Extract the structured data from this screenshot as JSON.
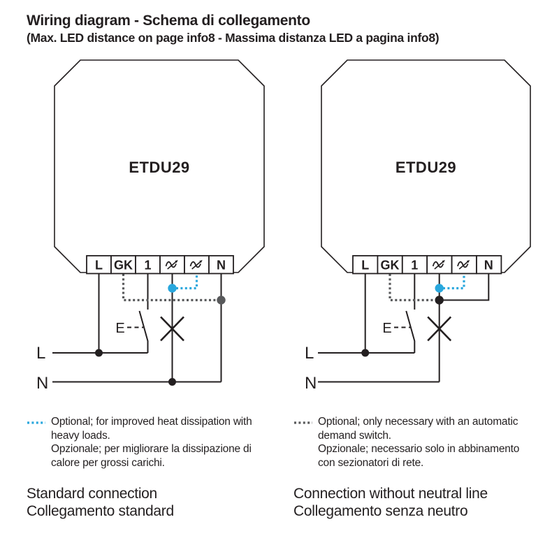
{
  "title": {
    "line1": "Wiring diagram - Schema di collegamento",
    "line2": "(Max. LED distance on page info8 - Massima distanza LED a pagina info8)"
  },
  "colors": {
    "wire_black": "#231f20",
    "optional_cyan": "#29a7dd",
    "optional_gray": "#58595b",
    "background": "#ffffff"
  },
  "icons": {
    "dimmer_terminal": "phase-cut-dimmer-sine-arrow",
    "lamp": "crossed-lines-lamp",
    "pushbutton": "switch-lever-with-E"
  },
  "left_diagram": {
    "model": "ETDU29",
    "terminal_labels": {
      "t0": "L",
      "t1": "GK",
      "t2": "1",
      "t5": "N"
    },
    "supply_l": "L",
    "supply_n": "N",
    "pushbutton_label": "E",
    "legend": [
      "Optional; for improved heat dissipation with",
      "heavy loads.",
      "Opzionale; per migliorare la dissipazione di",
      "calore per grossi carichi."
    ],
    "caption_en": "Standard connection",
    "caption_it": "Collegamento standard"
  },
  "right_diagram": {
    "model": "ETDU29",
    "terminal_labels": {
      "t0": "L",
      "t1": "GK",
      "t2": "1",
      "t5": "N"
    },
    "supply_l": "L",
    "supply_n": "N",
    "pushbutton_label": "E",
    "legend": [
      "Optional; only necessary with an automatic",
      "demand switch.",
      "Opzionale; necessario solo in abbinamento",
      "con sezionatori di rete."
    ],
    "caption_en": "Connection without neutral line",
    "caption_it": "Collegamento senza neutro"
  }
}
